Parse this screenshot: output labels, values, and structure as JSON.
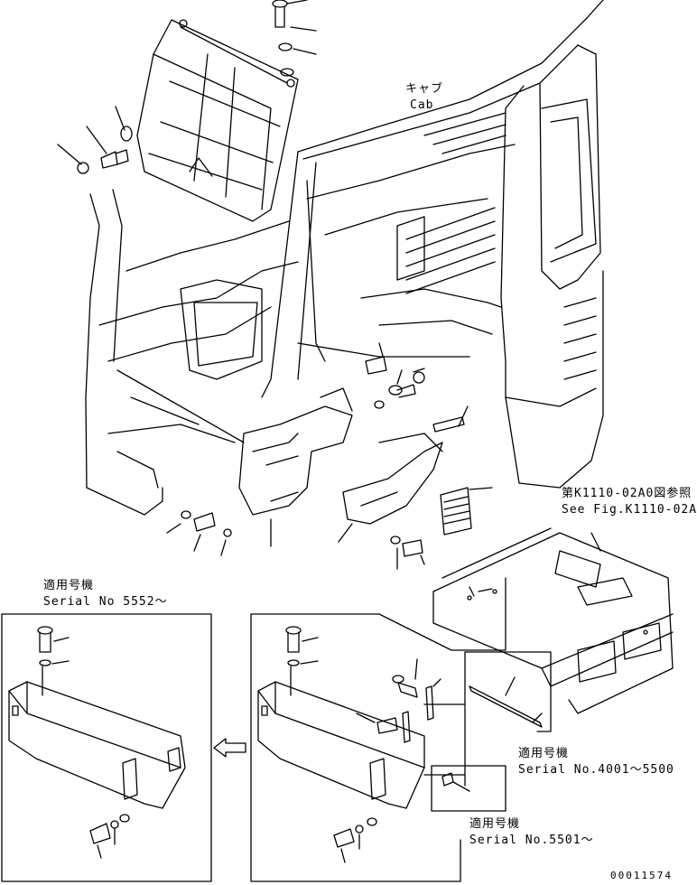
{
  "labels": {
    "cab_jp": "キャブ",
    "cab_en": "Cab",
    "ref_jp": "第K1110-02A0図参照",
    "ref_en": "See Fig.K1110-02A0",
    "serial_left_jp": "適用号機",
    "serial_left_en": "Serial No 5552～",
    "serial_mid_jp": "適用号機",
    "serial_mid_en": "Serial No.4001～5500",
    "serial_bot_jp": "適用号機",
    "serial_bot_en": "Serial No.5501～",
    "drawing_number": "00011574"
  },
  "colors": {
    "line": "#000000",
    "background": "#ffffff"
  },
  "icons": {
    "direction_arrow": "left-arrow-icon"
  }
}
